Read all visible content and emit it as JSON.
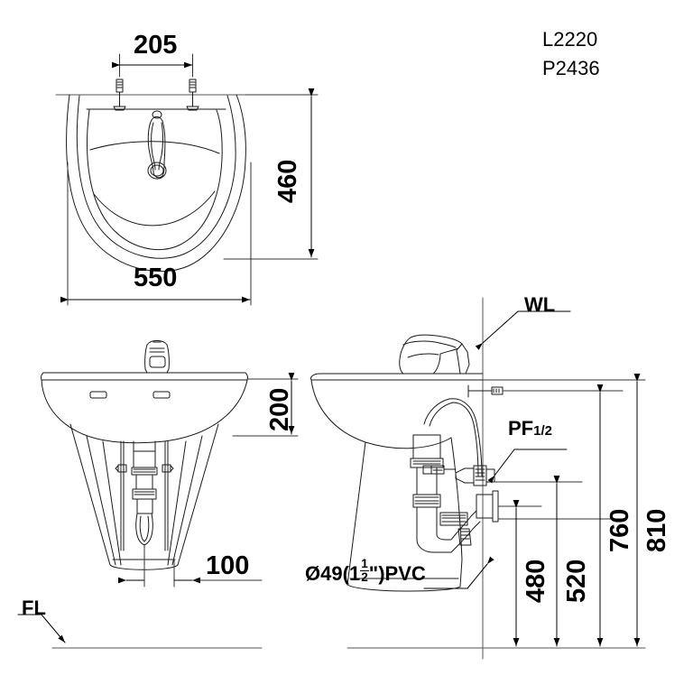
{
  "drawing": {
    "type": "technical-drawing",
    "subject": "wall-hung washbasin with shroud",
    "views": [
      "top view",
      "front elevation",
      "side elevation"
    ],
    "model_numbers": {
      "line1": "L2220",
      "line2": "P2436"
    },
    "units": "mm"
  },
  "dimensions": {
    "top_view": {
      "tap_hole_spacing": "205",
      "depth": "460",
      "width": "550"
    },
    "front_view": {
      "basin_height": "200",
      "trap_width": "100"
    },
    "side_view": {
      "drain_height": "480",
      "supply_height": "520",
      "outlet_height": "760",
      "rim_height": "810"
    }
  },
  "annotations": {
    "water_line": "WL",
    "floor_line": "FL",
    "supply_fitting": {
      "label": "PF",
      "size": "1/2"
    },
    "waste_pipe": {
      "diameter_symbol": "Ø",
      "diameter_mm": "49",
      "open_paren": "(",
      "inch_whole": "1",
      "inch_num": "1",
      "inch_den": "2",
      "inch_mark": "\"",
      "close_paren": ")",
      "material": "PVC",
      "full": "Ø49(1 1/2\")PVC"
    }
  }
}
